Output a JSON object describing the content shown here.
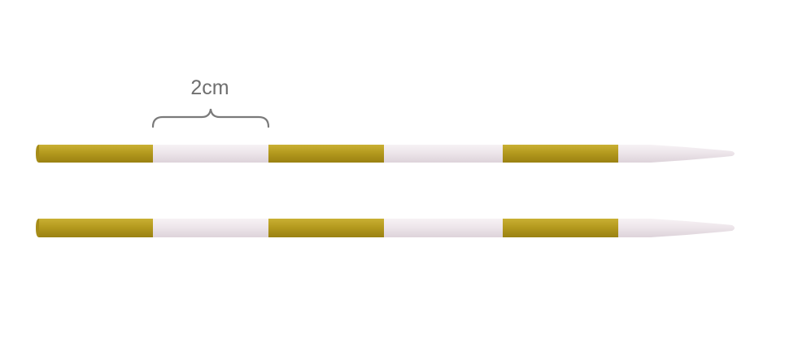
{
  "dimension": {
    "label": "2cm"
  },
  "colors": {
    "gold": "#b49a1e",
    "silver": "#ece6ea",
    "bracket": "#7a7a7a"
  },
  "needles": [
    {
      "segments": [
        "gold",
        "silver",
        "gold",
        "silver",
        "gold",
        "silver"
      ]
    },
    {
      "segments": [
        "gold",
        "silver",
        "gold",
        "silver",
        "gold",
        "silver"
      ]
    }
  ]
}
